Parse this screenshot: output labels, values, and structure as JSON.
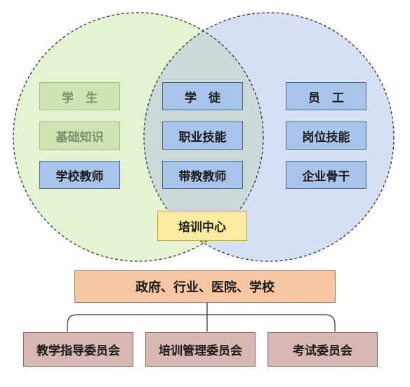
{
  "left_circle": {
    "items": [
      "学　生",
      "基础知识",
      "学校教师"
    ]
  },
  "center": {
    "items": [
      "学　徒",
      "职业技能",
      "带教教师"
    ],
    "hub": "培训中心"
  },
  "right_circle": {
    "items": [
      "员　工",
      "岗位技能",
      "企业骨干"
    ]
  },
  "parent": "政府、行业、医院、学校",
  "committees": [
    "教学指导委员会",
    "培训管理委员会",
    "考试委员会"
  ],
  "colors": {
    "left_circle_fill": "#e6f3d3",
    "right_circle_fill": "#d6e0f5",
    "overlap_fill": "#cbdad8",
    "blue_box": "#a9c4ea",
    "green_box": "#cfe3b3",
    "hub_box": "#fbeaa0",
    "parent_box": "#f7c6a4",
    "committee_box": "#d8b6b3"
  }
}
